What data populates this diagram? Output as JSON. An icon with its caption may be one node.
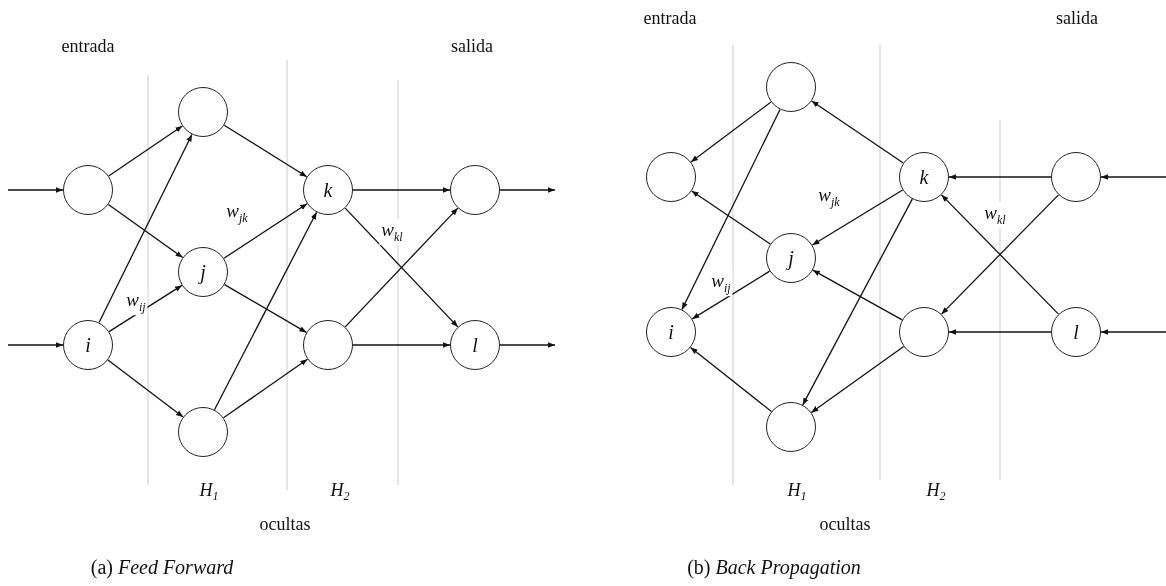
{
  "diagram": {
    "nodes": [
      {
        "text": [],
        "shape": "circle"
      },
      {
        "text": [
          "i"
        ]
      },
      {
        "text": [],
        "shape": "circle"
      },
      {
        "text": [
          "j"
        ]
      },
      {
        "text": [],
        "shape": "circle"
      },
      {
        "text": [
          "k"
        ]
      },
      {
        "text": [],
        "shape": "circle"
      },
      {
        "text": [],
        "shape": "circle"
      },
      {
        "text": [
          "l"
        ]
      },
      {
        "text": [],
        "shape": "circle"
      },
      {
        "text": [
          "i"
        ]
      },
      {
        "text": [],
        "shape": "circle"
      },
      {
        "text": [
          "j"
        ]
      },
      {
        "text": [],
        "shape": "circle"
      },
      {
        "text": [
          "k"
        ]
      },
      {
        "text": [],
        "shape": "circle"
      },
      {
        "text": [],
        "shape": "circle"
      },
      {
        "text": [
          "l"
        ]
      }
    ],
    "edges": [
      {
        "from": null,
        "to": 0,
        "arrow": "to"
      },
      {
        "from": null,
        "to": 1,
        "arrow": "to"
      },
      {
        "from": 0,
        "to": 2,
        "arrow": "to"
      },
      {
        "from": 0,
        "to": 3,
        "arrow": "to"
      },
      {
        "from": 1,
        "to": 2,
        "arrow": "to"
      },
      {
        "from": 1,
        "to": 3,
        "arrow": "to",
        "label": "w$_{ij}$"
      },
      {
        "from": 1,
        "to": 4,
        "arrow": "to"
      },
      {
        "from": 2,
        "to": 5,
        "arrow": "to"
      },
      {
        "from": 3,
        "to": 5,
        "arrow": "to",
        "label": "w$_{jk}$"
      },
      {
        "from": 3,
        "to": 6,
        "arrow": "to"
      },
      {
        "from": 4,
        "to": 5,
        "arrow": "to"
      },
      {
        "from": 4,
        "to": 6,
        "arrow": "to"
      },
      {
        "from": 5,
        "to": 7,
        "arrow": "to"
      },
      {
        "from": 5,
        "to": 8,
        "arrow": "to",
        "label": "w$_{kl}$"
      },
      {
        "from": 6,
        "to": 7,
        "arrow": "to"
      },
      {
        "from": 6,
        "to": 8,
        "arrow": "to"
      },
      {
        "from": 7,
        "to": null,
        "arrow": "to"
      },
      {
        "from": 8,
        "to": null,
        "arrow": "to"
      },
      {
        "from": null,
        "to": 16,
        "arrow": "to"
      },
      {
        "from": null,
        "to": 17,
        "arrow": "to"
      },
      {
        "from": 16,
        "to": 14,
        "arrow": "to"
      },
      {
        "from": 16,
        "to": 15,
        "arrow": "to"
      },
      {
        "from": 17,
        "to": 14,
        "arrow": "to",
        "label": "w$_{kl}$"
      },
      {
        "from": 17,
        "to": 15,
        "arrow": "to"
      },
      {
        "from": 14,
        "to": 11,
        "arrow": "to"
      },
      {
        "from": 14,
        "to": 12,
        "arrow": "to",
        "label": "w$_{jk}$"
      },
      {
        "from": 14,
        "to": 13,
        "arrow": "to"
      },
      {
        "from": 15,
        "to": 12,
        "arrow": "to"
      },
      {
        "from": 15,
        "to": 13,
        "arrow": "to"
      },
      {
        "from": 11,
        "to": 9,
        "arrow": "to"
      },
      {
        "from": 11,
        "to": 10,
        "arrow": "to"
      },
      {
        "from": 12,
        "to": 9,
        "arrow": "to"
      },
      {
        "from": 12,
        "to": 10,
        "arrow": "to",
        "label": "w$_{ij}$"
      },
      {
        "from": 13,
        "to": 10,
        "arrow": "to"
      }
    ],
    "labels": [
      "entrada",
      "salida",
      "H$_{1}$",
      "H$_{2}$",
      "ocultas",
      "entrada",
      "salida",
      "H$_{1}$",
      "H$_{2}$",
      "ocultas",
      "(a) *Feed Forward*",
      "(b) *Back Propagation*"
    ]
  }
}
